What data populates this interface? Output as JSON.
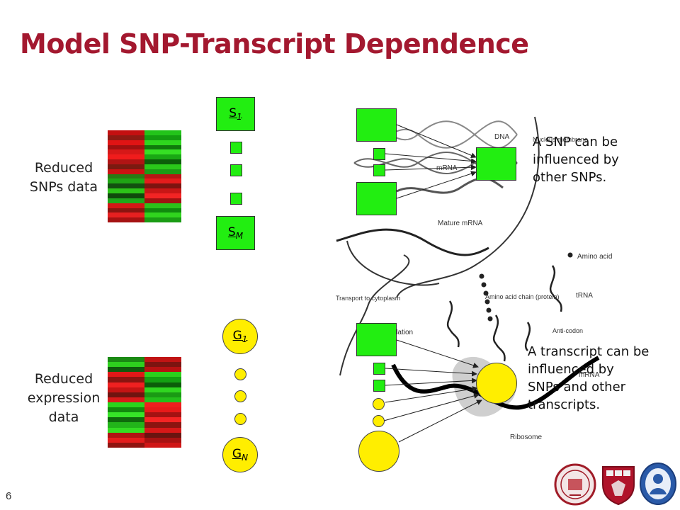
{
  "title": "Model SNP-Transcript Dependence",
  "labels": {
    "snps_line1": "Reduced",
    "snps_line2": "SNPs data",
    "expr_line1": "Reduced",
    "expr_line2": "expression",
    "expr_line3": "data"
  },
  "nodes": {
    "s_first": {
      "letter": "S",
      "sub": "1"
    },
    "s_last": {
      "letter": "S",
      "sub": "M"
    },
    "g_first": {
      "letter": "G",
      "sub": "1"
    },
    "g_last": {
      "letter": "G",
      "sub": "N"
    }
  },
  "notes": {
    "snp": [
      "A SNP can be",
      "influenced by",
      "other SNPs."
    ],
    "transcript": [
      "A transcript can be",
      "influenced by",
      "SNPs and other",
      "transcripts."
    ]
  },
  "figure_labels": {
    "dna": "DNA",
    "mrna": "mRNA",
    "mature_mrna": "Mature mRNA",
    "transport": "Transport to cytoplasm",
    "translation": "Translation",
    "amino_acid": "Amino acid",
    "chain": "Amino acid chain (protein)",
    "trna": "tRNA",
    "anticodon": "Anti-codon",
    "mrna2": "mRNA",
    "ribosome": "Ribosome",
    "nucleus": "Nucleus membrane"
  },
  "colors": {
    "title": "#a3182f",
    "snp_node": "#22ee11",
    "gene_node": "#ffee00"
  },
  "page_number": "6"
}
